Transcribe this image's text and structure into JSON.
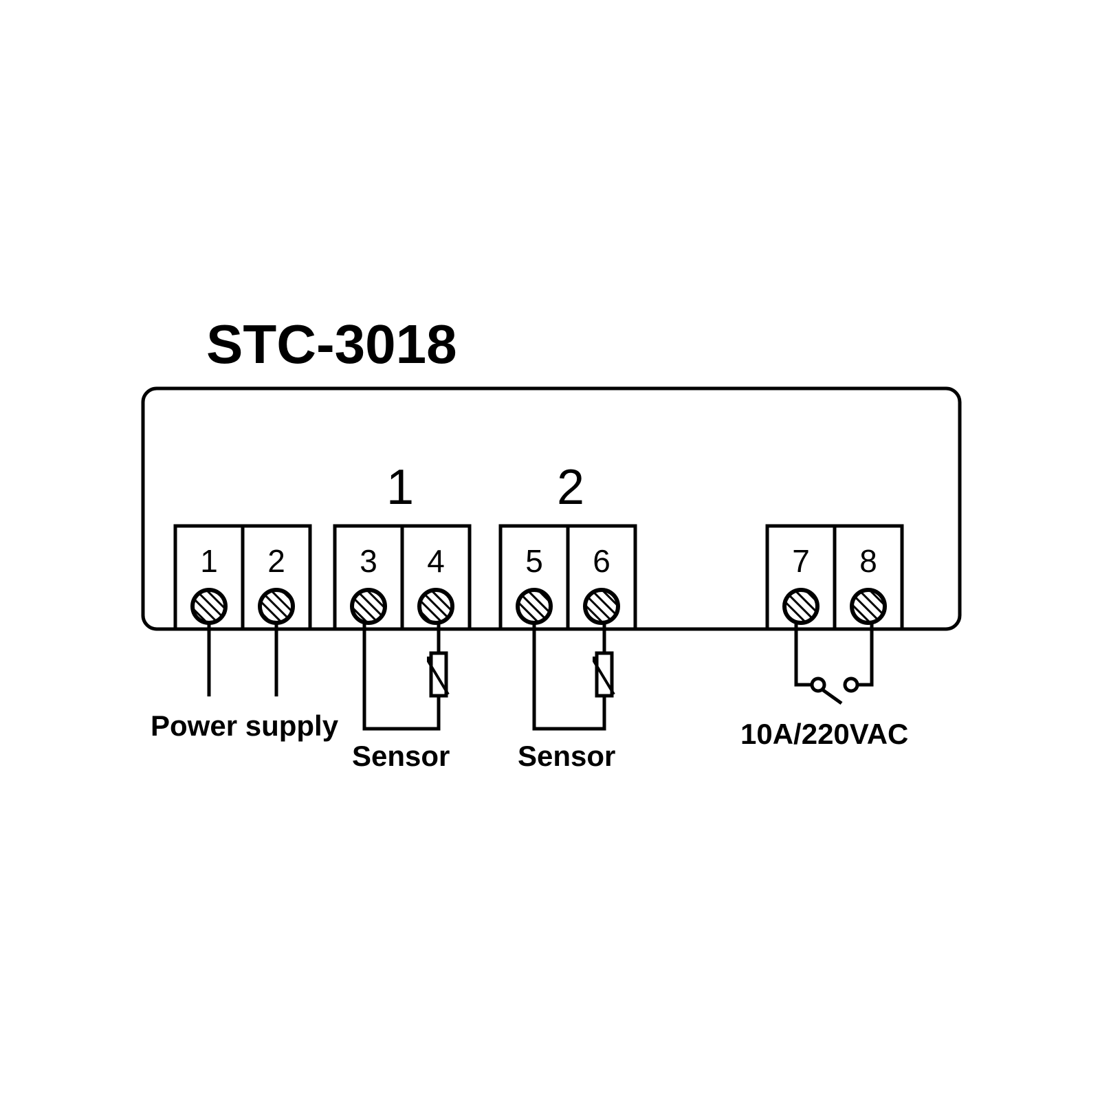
{
  "title": "STC-3018",
  "channels": [
    {
      "label": "1"
    },
    {
      "label": "2"
    }
  ],
  "terminals": [
    "1",
    "2",
    "3",
    "4",
    "5",
    "6",
    "7",
    "8"
  ],
  "labels": {
    "power": "Power supply",
    "sensor1": "Sensor",
    "sensor2": "Sensor",
    "relay": "10A/220VAC"
  },
  "colors": {
    "line": "#000000",
    "background": "#ffffff"
  },
  "icons": {
    "terminal_screw": "hatched-screw-icon",
    "sensor": "thermistor-icon",
    "relay": "switch-contact-icon"
  }
}
